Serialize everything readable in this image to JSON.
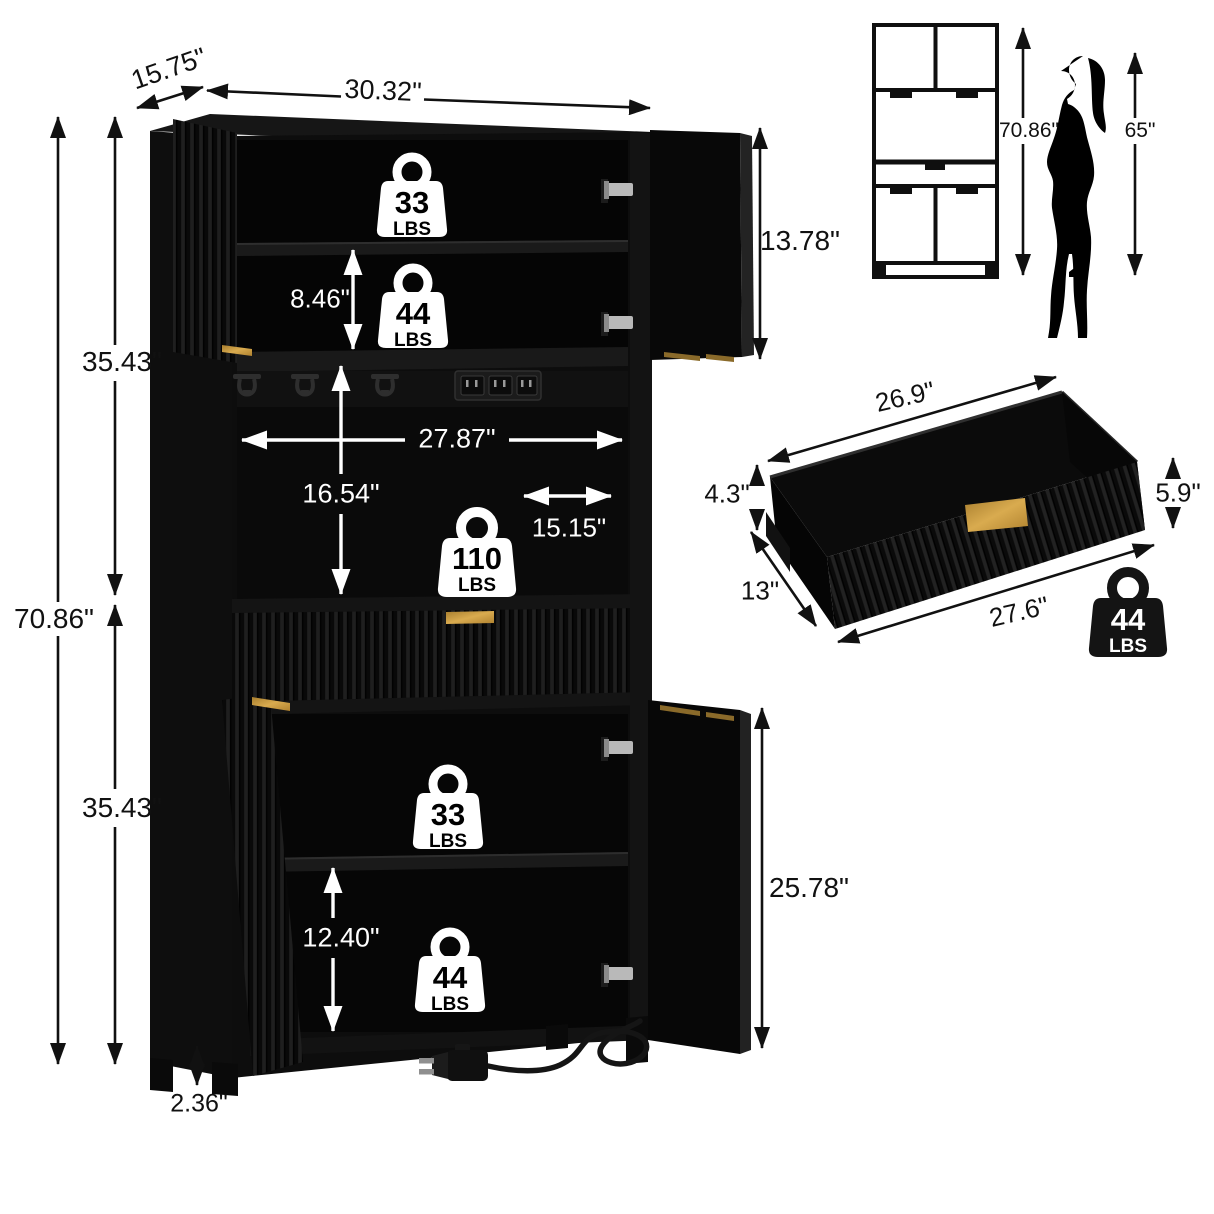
{
  "main_view": {
    "top_depth": "15.75\"",
    "top_width": "30.32\"",
    "total_height": "70.86\"",
    "upper_section_height": "35.43\"",
    "lower_section_height": "35.43\"",
    "leg_height": "2.36\"",
    "upper_door_height": "13.78\"",
    "upper_shelf_spacing": "8.46\"",
    "interior_width": "27.87\"",
    "middle_open_height": "16.54\"",
    "interior_depth": "15.15\"",
    "lower_shelf_spacing": "12.40\"",
    "lower_door_height": "25.78\"",
    "capacities": {
      "upper_top_shelf": {
        "value": "33",
        "unit": "LBS"
      },
      "upper_bottom_shelf": {
        "value": "44",
        "unit": "LBS"
      },
      "middle_compartment": {
        "value": "110",
        "unit": "LBS"
      },
      "lower_top_shelf": {
        "value": "33",
        "unit": "LBS"
      },
      "lower_bottom_shelf": {
        "value": "44",
        "unit": "LBS"
      }
    }
  },
  "elevation_view": {
    "cabinet_height": "70.86\"",
    "person_height": "65\""
  },
  "drawer_view": {
    "top_width": "26.9\"",
    "inner_height": "4.3\"",
    "front_height": "5.9\"",
    "side_depth": "13\"",
    "front_width": "27.6\"",
    "capacity": {
      "value": "44",
      "unit": "LBS"
    }
  },
  "colors": {
    "background": "#ffffff",
    "cabinet_black": "#0b0b0b",
    "accent_gold": "#c2943e",
    "dimension_black": "#111111",
    "dimension_white": "#ffffff"
  }
}
